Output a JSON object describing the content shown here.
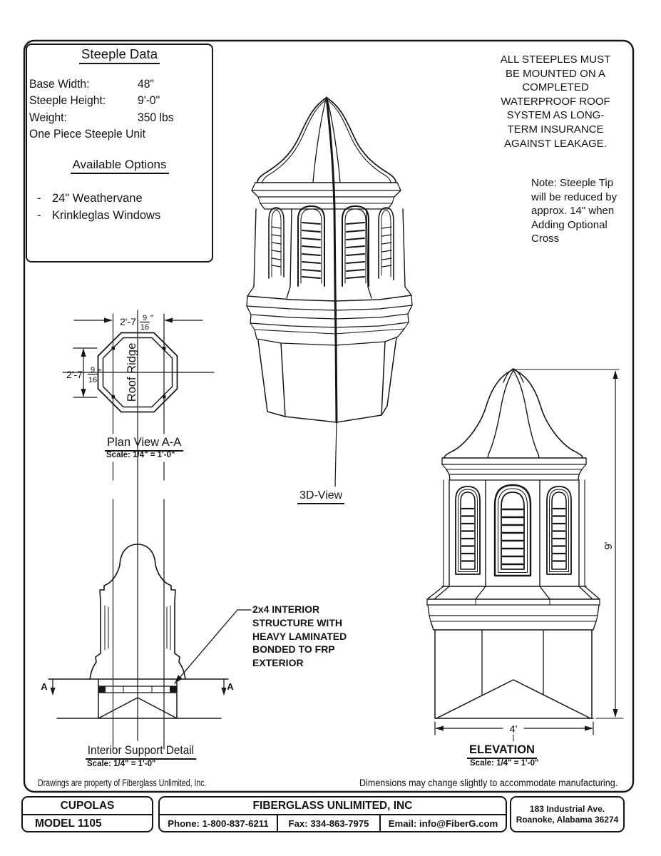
{
  "colors": {
    "ink": "#141414",
    "paper": "#ffffff"
  },
  "steeple_data": {
    "title": "Steeple Data",
    "rows": [
      {
        "label": "Base Width:",
        "value": "48\""
      },
      {
        "label": "Steeple Height:",
        "value": "9'-0\""
      },
      {
        "label": "Weight:",
        "value": "350 lbs"
      }
    ],
    "note": "One Piece Steeple Unit",
    "options_title": "Available Options",
    "options": [
      {
        "bullet": "-",
        "text": "24\" Weathervane"
      },
      {
        "bullet": "-",
        "text": "Krinkleglas Windows"
      }
    ]
  },
  "notices": {
    "mounting": "ALL STEEPLES MUST BE MOUNTED ON A COMPLETED WATERPROOF ROOF SYSTEM AS LONG-TERM INSURANCE AGAINST LEAKAGE.",
    "tip_note": "Note: Steeple Tip will be reduced by approx. 14\" when Adding Optional Cross"
  },
  "plan_view": {
    "title": "Plan View A-A",
    "scale": "Scale: 1/4\" = 1'-0\"",
    "ridge_label": "Roof Ridge",
    "dim": {
      "whole": "2'-7",
      "num": "9",
      "den": "16",
      "unit": "\""
    }
  },
  "three_d_view": {
    "title": "3D-View"
  },
  "interior_view": {
    "title": "Interior Support Detail",
    "scale": "Scale: 1/4\" = 1'-0\"",
    "section_label": "A",
    "callout": [
      "2x4 INTERIOR",
      "STRUCTURE WITH",
      "HEAVY LAMINATED",
      "BONDED TO FRP",
      "EXTERIOR"
    ]
  },
  "elevation_view": {
    "title": "ELEVATION",
    "scale": "Scale: 1/4\" = 1'-0\"",
    "height_dim": "9'",
    "width_dim": "4'"
  },
  "footer_notes": {
    "left": "Drawings are property of Fiberglass Unlimited, Inc.",
    "right": "Dimensions may change slightly to accommodate manufacturing."
  },
  "title_block": {
    "product": "CUPOLAS",
    "model": "MODEL 1105",
    "company": "FIBERGLASS UNLIMITED, INC",
    "phone": "Phone: 1-800-837-6211",
    "fax": "Fax: 334-863-7975",
    "email": "Email: info@FiberG.com",
    "address1": "183 Industrial Ave.",
    "address2": "Roanoke, Alabama 36274"
  }
}
